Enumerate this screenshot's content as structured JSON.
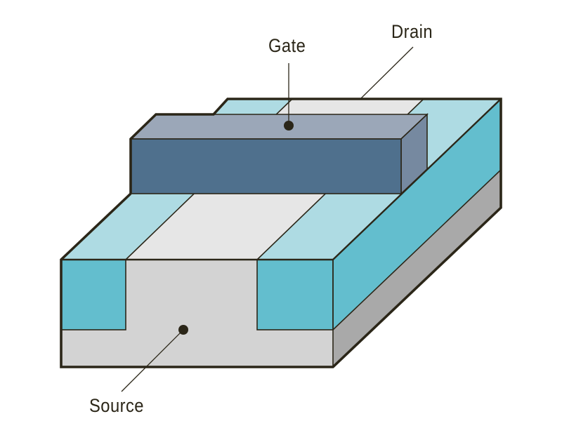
{
  "diagram": {
    "title": "MOSFET structure",
    "labels": {
      "gate": "Gate",
      "drain": "Drain",
      "source": "Source"
    },
    "colors": {
      "outline": "#2b2618",
      "well_front": "#63bece",
      "well_top": "#aedbe3",
      "channel_top": "#e6e6e6",
      "substrate_front": "#d3d3d3",
      "substrate_side": "#a9a9a9",
      "gate_front": "#4f708d",
      "gate_top": "#9ba7b8",
      "gate_side": "#7689a0"
    },
    "icons": {
      "gate_marker": "dot-marker",
      "source_marker": "dot-marker"
    }
  }
}
